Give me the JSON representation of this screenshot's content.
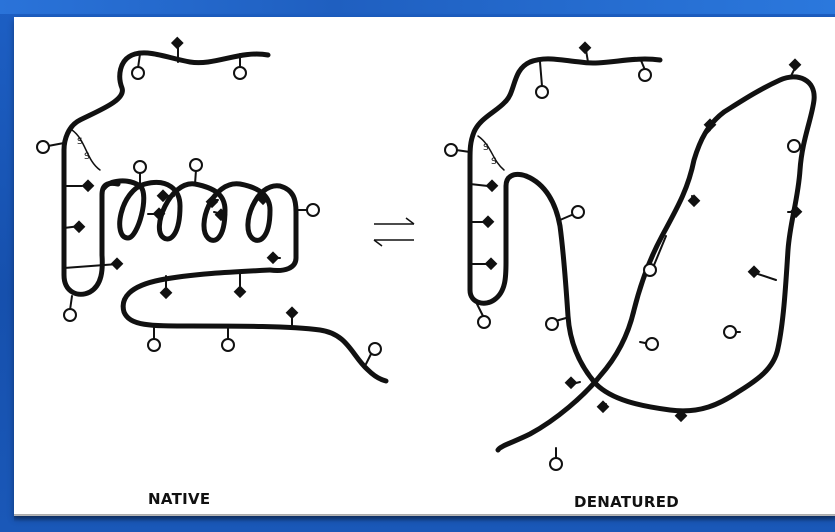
{
  "labels": {
    "native": "NATIVE",
    "denatured": "DENATURED"
  },
  "equilibrium_symbol": "⇌",
  "colors": {
    "slide_background": "#1a58b8",
    "panel": "#ffffff",
    "line": "#111111"
  },
  "icons": [
    "disulfide-bond",
    "hydrophobic-side-chain-diamond",
    "hydrophilic-side-chain-circle",
    "equilibrium-arrows-icon"
  ]
}
